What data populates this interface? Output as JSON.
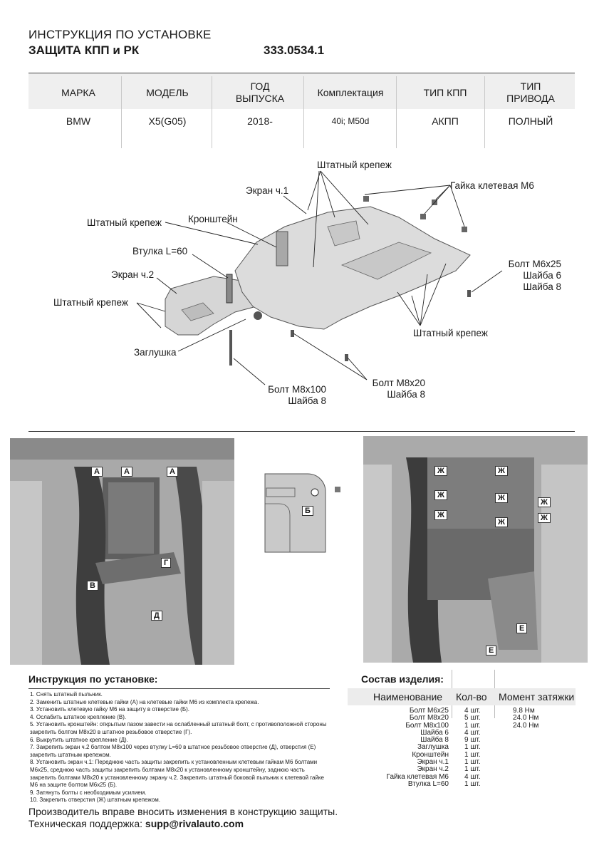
{
  "header": {
    "title": "ИНСТРУКЦИЯ ПО УСТАНОВКЕ",
    "subtitle": "ЗАЩИТА КПП и РК",
    "code": "333.0534.1"
  },
  "spec_table": {
    "columns": [
      "МАРКА",
      "МОДЕЛЬ",
      "ГОД\nВЫПУСКА",
      "Комплектация",
      "ТИП КПП",
      "ТИП\nПРИВОДА"
    ],
    "values": [
      "BMW",
      "X5(G05)",
      "2018-",
      "40i; M50d",
      "АКПП",
      "ПОЛНЫЙ"
    ]
  },
  "diagram_labels": {
    "std_top": "Штатный крепеж",
    "nut": "Гайка клетевая М6",
    "screen1": "Экран ч.1",
    "bracket": "Кронштейн",
    "std_left1": "Штатный крепеж",
    "sleeve": "Втулка L=60",
    "screen2": "Экран ч.2",
    "std_left2": "Штатный крепеж",
    "bolt_m6_1": "Болт М6х25",
    "bolt_m6_2": "Шайба 6",
    "bolt_m6_3": "Шайба 8",
    "std_right": "Штатный крепеж",
    "plug": "Заглушка",
    "bolt_m8x100_1": "Болт М8х100",
    "bolt_m8x100_2": "Шайба 8",
    "bolt_m8x20_1": "Болт М8х20",
    "bolt_m8x20_2": "Шайба 8"
  },
  "photo_markers": {
    "a": "А",
    "b": "Б",
    "v": "В",
    "g": "Г",
    "d": "Д",
    "e": "Е",
    "zh": "Ж"
  },
  "instructions": {
    "title": "Инструкция по установке:",
    "steps": [
      "1. Снять штатный пыльник.",
      "2. Заменить штатные клетевые гайки (А) на клетевые гайки М6 из комплекта крепежа.",
      "3. Установить клетевую гайку М6 на защиту в отверстие (Б).",
      "4. Ослабить штатное крепление (В).",
      "5. Установить кронштейн: открытым пазом завести на ослабленный штатный болт, с противоположной стороны закрепить болтом М8х20 в штатное резьбовое отверстие (Г).",
      "6. Выкрутить штатное крепление (Д).",
      "7. Закрепить экран ч.2 болтом М8х100 через втулку L=60 в штатное резьбовое отверстие (Д), отверстия (Е) закрепить штатным крепежом.",
      "8. Установить экран ч.1: Переднюю часть защиты закрепить к установленным клетевым гайкам М6 болтами М6х25, среднюю часть защиты закрепить болтами М8х20 к установленному кронштейну, заднюю часть закрепить болтами М8х20 к установленному экрану ч.2. Закрепить штатный боковой пыльник к клетевой гайке М6 на защите болтом М6х25 (Б).",
      "9. Затянуть болты с необходимым усилием.",
      "10. Закрепить отверстия (Ж) штатным крепежом."
    ]
  },
  "composition": {
    "title": "Состав изделия:",
    "headers": [
      "Наименование",
      "Кол-во",
      "Момент затяжки"
    ],
    "rows": [
      {
        "name": "Болт М6х25",
        "qty": "4 шт.",
        "torque": "9.8 Нм"
      },
      {
        "name": "Болт М8х20",
        "qty": "5 шт.",
        "torque": "24.0 Нм"
      },
      {
        "name": "Болт М8х100",
        "qty": "1 шт.",
        "torque": "24.0 Нм"
      },
      {
        "name": "Шайба 6",
        "qty": "4 шт.",
        "torque": ""
      },
      {
        "name": "Шайба 8",
        "qty": "9 шт.",
        "torque": ""
      },
      {
        "name": "Заглушка",
        "qty": "1 шт.",
        "torque": ""
      },
      {
        "name": "Кронштейн",
        "qty": "1 шт.",
        "torque": ""
      },
      {
        "name": "Экран ч.1",
        "qty": "1 шт.",
        "torque": ""
      },
      {
        "name": "Экран ч.2",
        "qty": "1 шт.",
        "torque": ""
      },
      {
        "name": "Гайка клетевая М6",
        "qty": "4 шт.",
        "torque": ""
      },
      {
        "name": "Втулка L=60",
        "qty": "1 шт.",
        "torque": ""
      }
    ]
  },
  "footer": {
    "note": "Производитель вправе вносить изменения в конструкцию защиты.",
    "support_label": "Техническая поддержка:",
    "support_email": "supp@rivalauto.com"
  }
}
